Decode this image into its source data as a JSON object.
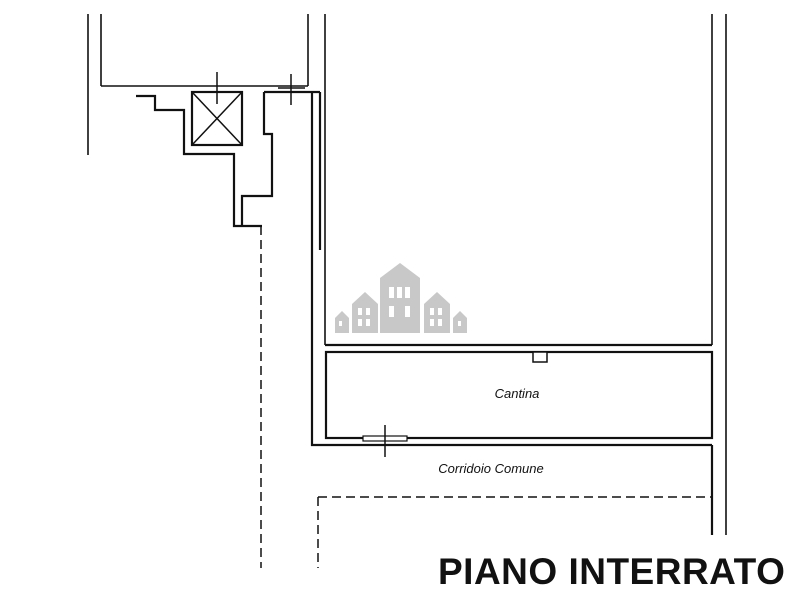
{
  "plan": {
    "rooms": [
      {
        "key": "cantina",
        "label": "Cantina"
      },
      {
        "key": "corridoio",
        "label": "Corridoio Comune"
      }
    ],
    "floor_title": "PIANO INTERRATO",
    "colors": {
      "wall": "#111111",
      "watermark": "#c8c8c8",
      "watermark_window": "#ffffff",
      "background": "#ffffff"
    },
    "watermark_icon": "houses-logo-icon"
  }
}
